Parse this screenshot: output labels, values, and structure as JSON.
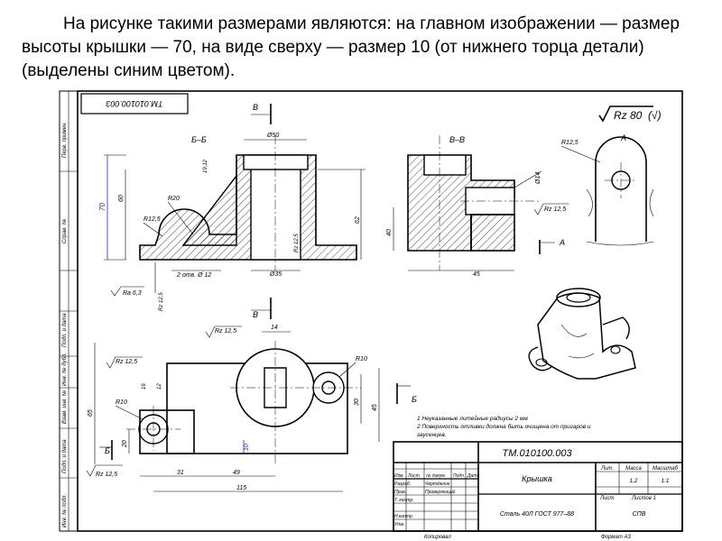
{
  "caption": {
    "text": "На рисунке такими размерами являются: на главном изображении — размер высоты крышки — 70, на виде сверху — размер 10 (от нижнего торца детали) (выделены синим цветом)."
  },
  "colors": {
    "highlight": "#1a2bd6",
    "line": "#000000"
  },
  "sheet": {
    "stamp_rotated": "ТМ.010100.003",
    "side_labels": [
      "Перв. примен.",
      "Справ. №",
      "Подп. и дата",
      "Инв. № дубл.",
      "Взам. инв. №",
      "Подп. и дата",
      "Инв. № подл."
    ],
    "roughness_symbol": "Rz 80",
    "roughness_check": "(√)"
  },
  "section_bb": {
    "title": "Б–Б",
    "dims": {
      "d50": "Ø50",
      "h70": "70",
      "h60": "60",
      "h19": "19,12",
      "r20": "R20",
      "r12": "R12,5",
      "rz125": "Rz 12,5",
      "ra63": "Ra 6,3",
      "rz125b": "Rz 12,5",
      "holes": "2 отв. Ø 12",
      "d35": "Ø35",
      "h62": "62"
    }
  },
  "section_vv": {
    "title": "В–В",
    "dims": {
      "h40": "40",
      "d14": "Ø14",
      "rz125": "Rz 12,5",
      "w45": "45"
    }
  },
  "view_a": {
    "title": "А",
    "r12": "R12,5"
  },
  "cut_marks": {
    "b": "В",
    "b2": "В",
    "a": "А",
    "bb": "Б",
    "bb2": "Б"
  },
  "top_view": {
    "dims": {
      "w14": "14",
      "rz125a": "Rz 12,5",
      "rz125b": "Rz 12,5",
      "r10a": "R10",
      "r10b": "R10",
      "h65": "65",
      "h45": "45",
      "h30": "30",
      "h20": "20",
      "h10": "10",
      "h16": "16",
      "h12": "12",
      "w31": "31",
      "w49": "49",
      "w115": "115",
      "rz125c": "Rz 12,5"
    }
  },
  "notes": [
    "1  Неуказанные литейные радиусы 2 мм",
    "2  Поверхность отливки должна быть очищена от пригаров и",
    "    заусенцев."
  ],
  "title_block": {
    "doc_number": "ТМ.010100.003",
    "part_name": "Крышка",
    "material": "Сталь 40Л ГОСТ 977–88",
    "org": "СПВ",
    "col_lit": "Лит.",
    "col_mass": "Масса",
    "col_scale": "Масштаб",
    "mass": "1,2",
    "scale": "1:1",
    "sheet": "Лист",
    "sheets": "Листов 1",
    "rows": [
      "Изм.",
      "Лист",
      "№ докум.",
      "Подп.",
      "Дата"
    ],
    "roles": [
      "Разраб.",
      "Пров.",
      "Т. контр.",
      "",
      "Н.контр.",
      "Утв."
    ],
    "names": [
      "Чертёжник",
      "Проверяющий"
    ],
    "copied": "Копировал",
    "format": "Формат А3"
  }
}
